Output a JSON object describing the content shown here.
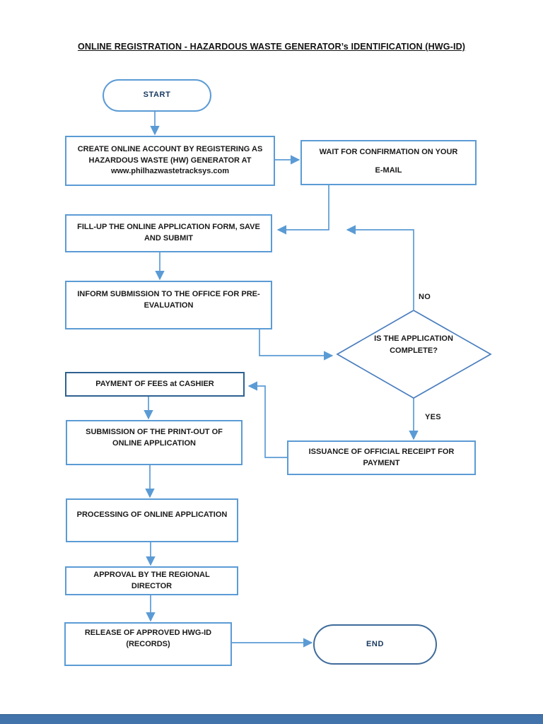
{
  "page": {
    "title": "ONLINE REGISTRATION - HAZARDOUS WASTE GENERATOR’s IDENTIFICATION (HWG-ID)"
  },
  "flowchart": {
    "nodes": {
      "start": {
        "type": "terminator",
        "label": "START"
      },
      "create_account": {
        "type": "process",
        "lines": [
          "CREATE ONLINE ACCOUNT BY REGISTERING AS",
          "HAZARDOUS WASTE (HW) GENERATOR AT",
          "www.philhazwastetracksys.com"
        ]
      },
      "wait_confirmation": {
        "type": "process",
        "lines": [
          "WAIT FOR CONFIRMATION ON YOUR",
          "E-MAIL"
        ]
      },
      "fill_up": {
        "type": "process",
        "lines": [
          "FILL-UP THE ONLINE APPLICATION FORM, SAVE",
          "AND SUBMIT"
        ]
      },
      "inform_submission": {
        "type": "process",
        "lines": [
          "INFORM SUBMISSION TO THE OFFICE FOR PRE-",
          "EVALUATION"
        ]
      },
      "is_complete": {
        "type": "decision",
        "lines": [
          "IS THE",
          "APPLICATION",
          "COMPLETE?"
        ]
      },
      "payment": {
        "type": "process",
        "lines": [
          "PAYMENT OF FEES at CASHIER"
        ]
      },
      "submission_printout": {
        "type": "process",
        "lines": [
          "SUBMISSION OF THE PRINT-OUT OF",
          "ONLINE APPLICATION"
        ]
      },
      "issuance_receipt": {
        "type": "process",
        "lines": [
          "ISSUANCE OF OFFICIAL RECEIPT FOR",
          "PAYMENT"
        ]
      },
      "processing": {
        "type": "process",
        "lines": [
          "PROCESSING OF ONLINE APPLICATION"
        ]
      },
      "approval": {
        "type": "process",
        "lines": [
          "APPROVAL BY THE REGIONAL",
          "DIRECTOR"
        ]
      },
      "release": {
        "type": "process",
        "lines": [
          "RELEASE OF APPROVED HWG-ID",
          "(RECORDS)"
        ]
      },
      "end": {
        "type": "terminator",
        "label": "END"
      }
    },
    "branch_labels": {
      "no": "NO",
      "yes": "YES"
    },
    "edges": [
      {
        "from": "start",
        "to": "create_account"
      },
      {
        "from": "create_account",
        "to": "wait_confirmation"
      },
      {
        "from": "wait_confirmation",
        "to": "fill_up"
      },
      {
        "from": "fill_up",
        "to": "inform_submission"
      },
      {
        "from": "inform_submission",
        "to": "is_complete"
      },
      {
        "from": "is_complete",
        "to": "fill_up",
        "label": "NO"
      },
      {
        "from": "is_complete",
        "to": "issuance_receipt",
        "label": "YES"
      },
      {
        "from": "issuance_receipt",
        "to": "payment"
      },
      {
        "from": "payment",
        "to": "submission_printout"
      },
      {
        "from": "submission_printout",
        "to": "processing"
      },
      {
        "from": "processing",
        "to": "approval"
      },
      {
        "from": "approval",
        "to": "release"
      },
      {
        "from": "release",
        "to": "end"
      }
    ]
  },
  "colors": {
    "box_border": "#5B9BD5",
    "payment_border": "#2E6191",
    "diamond_border": "#4A7EBE",
    "end_border": "#3F6B9A",
    "connector": "#5B9BD5",
    "text": "#1A1A1A",
    "bottom_bar": "#4273AA"
  }
}
